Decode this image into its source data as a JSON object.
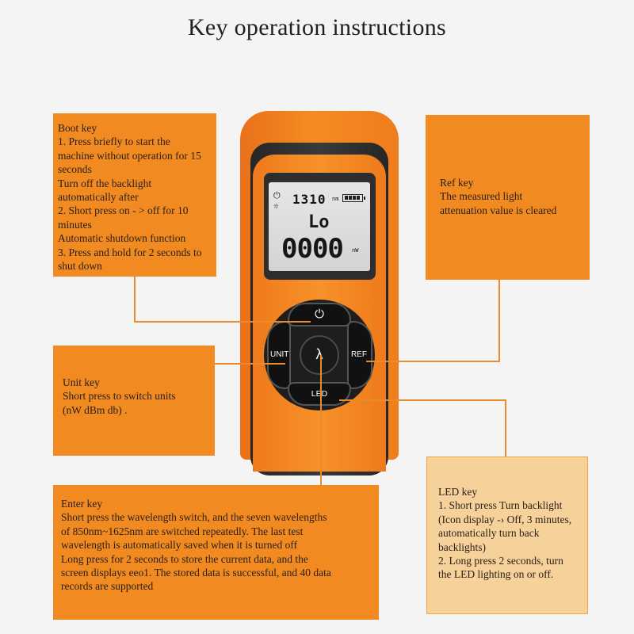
{
  "title": "Key operation instructions",
  "callouts": {
    "boot": [
      "Boot key",
      "1. Press briefly to start the",
      "machine without operation for 15",
      "seconds",
      "Turn off the backlight",
      "automatically after",
      "2. Short press on - > off for 10",
      "minutes",
      "Automatic shutdown function",
      "3. Press and hold for 2 seconds to",
      "shut down"
    ],
    "ref": [
      "Ref key",
      "The measured light",
      "attenuation value is cleared"
    ],
    "unit": [
      "Unit key",
      "Short press to switch units",
      "(nW dBm db) ."
    ],
    "enter": [
      "Enter key",
      "Short press the wavelength switch, and the seven wavelengths",
      "of 850nm~1625nm are switched repeatedly. The last test",
      "wavelength is automatically saved when it is turned off",
      "Long press for 2 seconds to store the current data, and the",
      "screen displays eeo1. The stored data is successful, and 40 data",
      "records are supported"
    ],
    "led": [
      "LED key",
      " 1. Short press Turn backlight",
      "(Icon display -› Off, 3 minutes,",
      "automatically turn back",
      "backlights)",
      "2. Long press 2 seconds, turn",
      "the LED lighting on or off."
    ]
  },
  "device": {
    "wavelength": "1310",
    "wavelength_unit": "nm",
    "mode": "Lo",
    "reading": "0000",
    "reading_unit": "nW",
    "keys": {
      "power": "⏻",
      "unit": "UNIT",
      "ref": "REF",
      "enter": "λ",
      "led": "LED"
    },
    "icons": [
      "power-icon",
      "backlight-icon",
      "battery-icon"
    ]
  },
  "colors": {
    "callout": "#f28a22",
    "callout_light": "#f6d19a",
    "leader": "#e98a2d"
  }
}
